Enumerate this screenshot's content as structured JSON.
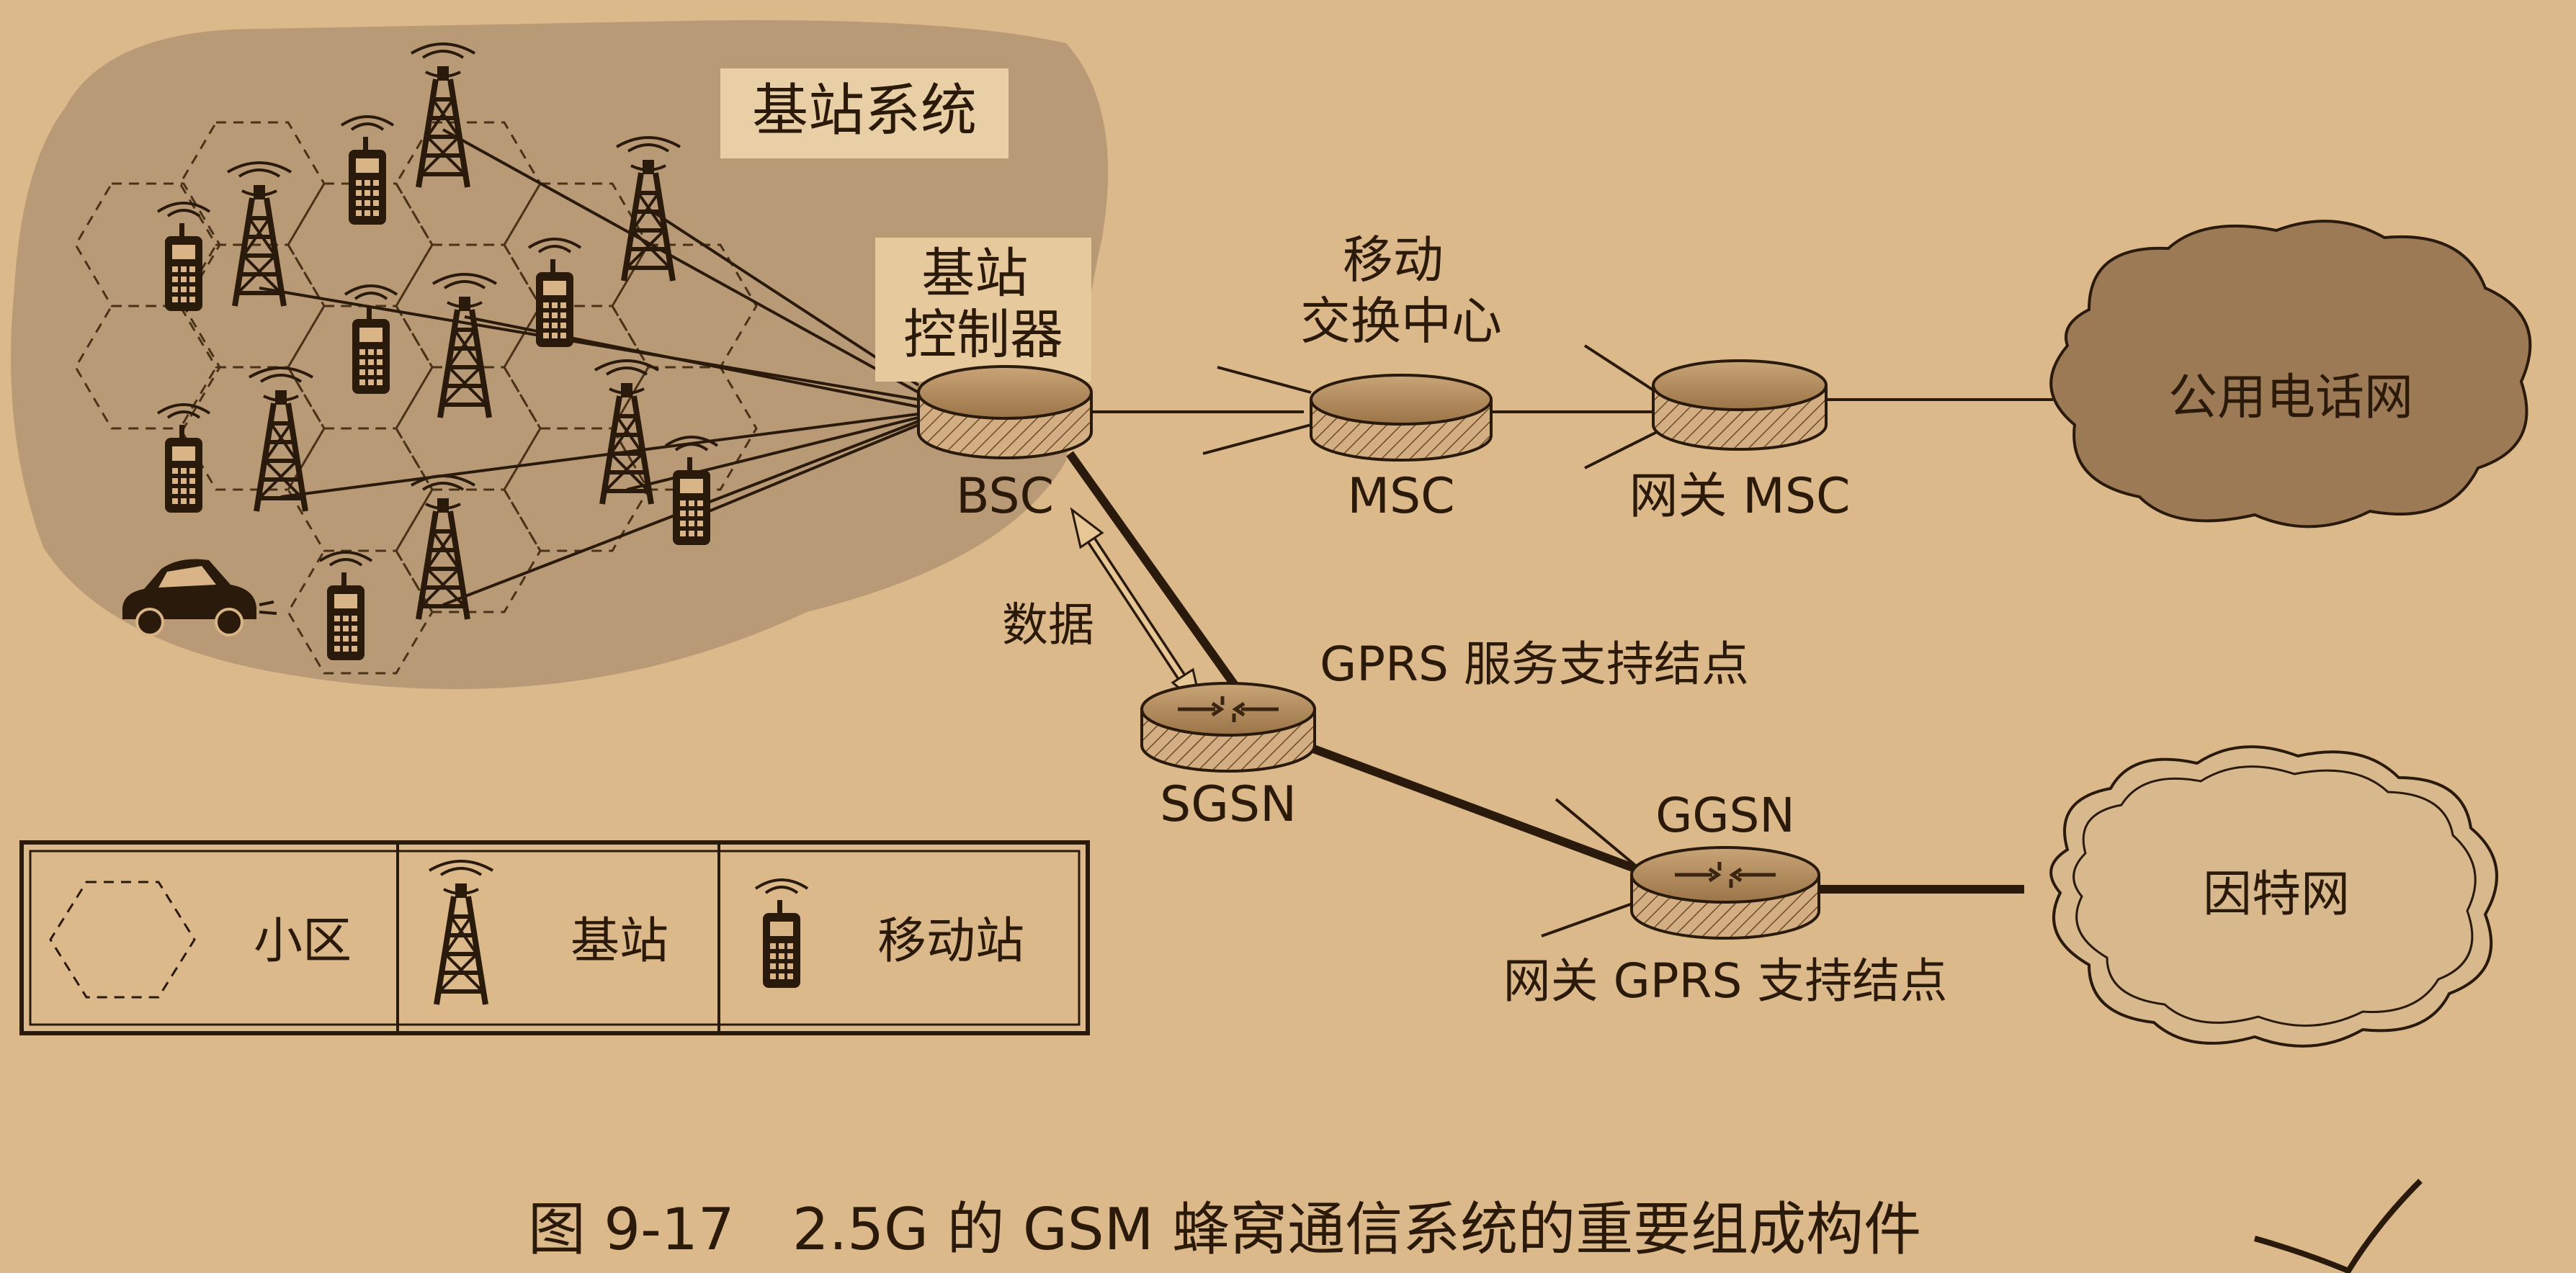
{
  "region_label": "基站系统",
  "bsc": {
    "title": "基站\n控制器",
    "abbr": "BSC"
  },
  "msc": {
    "title": "移动\n交换中心",
    "abbr": "MSC"
  },
  "gateway_msc": {
    "abbr": "网关 MSC"
  },
  "pstn": {
    "label": "公用电话网"
  },
  "internet": {
    "label": "因特网"
  },
  "data_link": {
    "label": "数据"
  },
  "sgsn": {
    "title": "GPRS 服务支持结点",
    "abbr": "SGSN"
  },
  "ggsn": {
    "abbr": "GGSN",
    "title": "网关 GPRS 支持结点"
  },
  "legend": {
    "cell": "小区",
    "base_station": "基站",
    "mobile_station": "移动站"
  },
  "caption": "图 9-17　2.5G 的 GSM 蜂窝通信系统的重要组成构件"
}
